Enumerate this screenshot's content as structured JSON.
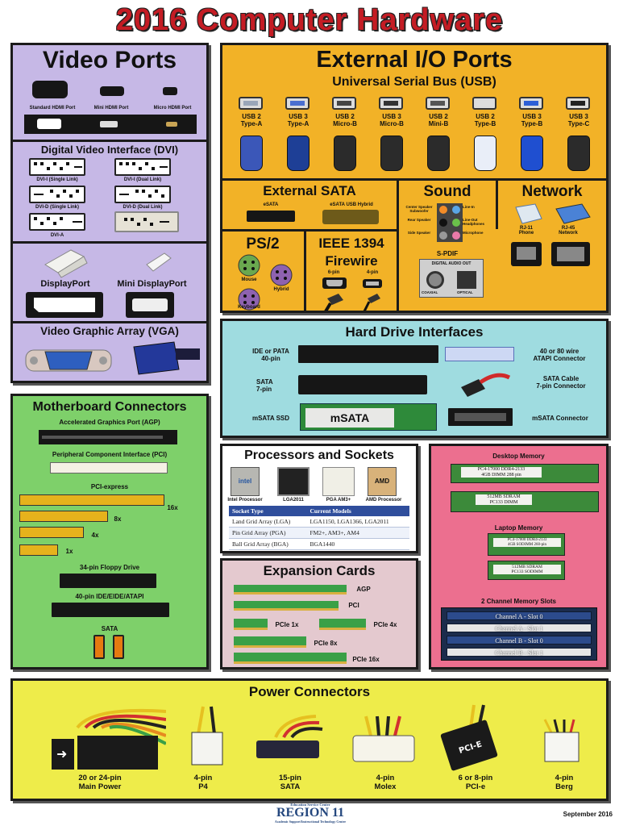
{
  "title": "2016 Computer Hardware",
  "footer": {
    "logo_region": "REGION 11",
    "logo_top": "Education Service Center",
    "logo_bottom": "Academic Support/Instructional Technology Center",
    "date": "September 2016"
  },
  "video_ports": {
    "heading": "Video Ports",
    "hdmi": [
      "Standard HDMI Port",
      "Mini HDMI Port",
      "Micro HDMI Port"
    ],
    "dvi_heading": "Digital Video Interface (DVI)",
    "dvi": [
      "DVI-I (Single Link)",
      "DVI-I (Dual Link)",
      "DVI-D (Single Link)",
      "DVI-D (Dual Link)",
      "DVI-A"
    ],
    "displayport": "DisplayPort",
    "mini_displayport": "Mini DisplayPort",
    "vga_heading": "Video Graphic Array (VGA)"
  },
  "external_io": {
    "heading": "External I/O Ports",
    "usb_heading": "Universal Serial Bus (USB)",
    "usb": [
      [
        "USB 2",
        "Type-A"
      ],
      [
        "USB 3",
        "Type-A"
      ],
      [
        "USB 2",
        "Micro-B"
      ],
      [
        "USB 3",
        "Micro-B"
      ],
      [
        "USB 2",
        "Mini-B"
      ],
      [
        "USB 2",
        "Type-B"
      ],
      [
        "USB 3",
        "Type-B"
      ],
      [
        "USB 3",
        "Type-C"
      ]
    ],
    "esata_heading": "External SATA",
    "esata": [
      "eSATA",
      "eSATA USB Hybrid"
    ],
    "sound_heading": "Sound",
    "sound_left": [
      "Center Speaker Subwoofer",
      "Rear Speaker",
      "Side Speaker"
    ],
    "sound_right": [
      "Line-In",
      "Line-Out Headphones",
      "Microphone"
    ],
    "spdif": "S-PDIF",
    "spdif_top": "DIGITAL AUDIO OUT",
    "spdif_coaxial": "COAXIAL",
    "spdif_optical": "OPTICAL",
    "network_heading": "Network",
    "network": [
      [
        "RJ-11",
        "Phone"
      ],
      [
        "RJ-45",
        "Network"
      ]
    ],
    "ps2_heading": "PS/2",
    "ps2": [
      "Mouse",
      "Hybrid",
      "Keyboard"
    ],
    "ieee_heading": "IEEE 1394",
    "firewire_heading": "Firewire",
    "firewire": [
      "6-pin",
      "4-pin"
    ]
  },
  "hard_drive": {
    "heading": "Hard Drive Interfaces",
    "left": [
      [
        "IDE or PATA",
        "40-pin"
      ],
      [
        "SATA",
        "7-pin"
      ],
      [
        "mSATA SSD"
      ]
    ],
    "right": [
      [
        "40 or 80 wire",
        "ATAPI Connector"
      ],
      [
        "SATA Cable",
        "7-pin Connector"
      ],
      [
        "mSATA Connector"
      ]
    ],
    "msata_chip": "mSATA"
  },
  "motherboard": {
    "heading": "Motherboard Connectors",
    "agp": "Accelerated Graphics Port (AGP)",
    "pci": "Peripheral Component Interface (PCI)",
    "pcie": "PCI-express",
    "pcie_sizes": [
      "16x",
      "8x",
      "4x",
      "1x"
    ],
    "floppy": "34-pin Floppy Drive",
    "ide": "40-pin IDE/EIDE/ATAPI",
    "sata": "SATA"
  },
  "processors": {
    "heading": "Processors and Sockets",
    "images": [
      "Intel Processor",
      "LGA2011",
      "PGA AM3+",
      "AMD Processor"
    ],
    "chip_labels": [
      "intel",
      "AMD"
    ],
    "table_headers": [
      "Socket Type",
      "Current Models"
    ],
    "table_rows": [
      [
        "Land Grid Array (LGA)",
        "LGA1150, LGA1366, LGA2011"
      ],
      [
        "Pin Grid Array (PGA)",
        "FM2+, AM3+, AM4"
      ],
      [
        "Ball Grid Array (BGA)",
        "BGA1440"
      ]
    ]
  },
  "memory": {
    "desktop_heading": "Desktop Memory",
    "desktop_sticks": [
      [
        "PC4-17000 DDR4-2133",
        "4GB DIMM 288 pin"
      ],
      [
        "512MB SDRAM",
        "PC133 DIMM"
      ]
    ],
    "laptop_heading": "Laptop Memory",
    "laptop_sticks": [
      [
        "PC4-17000 DDR4-2133",
        "4GB SODIMM 260-pin"
      ],
      [
        "512MB SDRAM",
        "PC133 SODIMM"
      ]
    ],
    "channel_heading": "2 Channel Memory Slots",
    "channels": [
      "Channel A - Slot 0",
      "Channel A - Slot 1",
      "Channel B - Slot 0",
      "Channel B - Slot 1"
    ]
  },
  "expansion": {
    "heading": "Expansion Cards",
    "cards": [
      "AGP",
      "PCI",
      "PCIe 1x",
      "PCIe 4x",
      "PCIe 8x",
      "PCIe 16x"
    ]
  },
  "power": {
    "heading": "Power Connectors",
    "items": [
      [
        "20 or 24-pin",
        "Main Power"
      ],
      [
        "4-pin",
        "P4"
      ],
      [
        "15-pin",
        "SATA"
      ],
      [
        "4-pin",
        "Molex"
      ],
      [
        "6 or 8-pin",
        "PCI-e"
      ],
      [
        "4-pin",
        "Berg"
      ]
    ],
    "pcie_mark": "PCI-E"
  },
  "colors": {
    "title_red": "#c41c24",
    "video_bg": "#c6b8e6",
    "external_bg": "#f2b227",
    "hard_drive_bg": "#9fdce0",
    "motherboard_bg": "#7ed06a",
    "processors_bg": "#ffffff",
    "memory_bg": "#ec6f8f",
    "expansion_bg": "#e4c9cf",
    "power_bg": "#eeec4a"
  }
}
